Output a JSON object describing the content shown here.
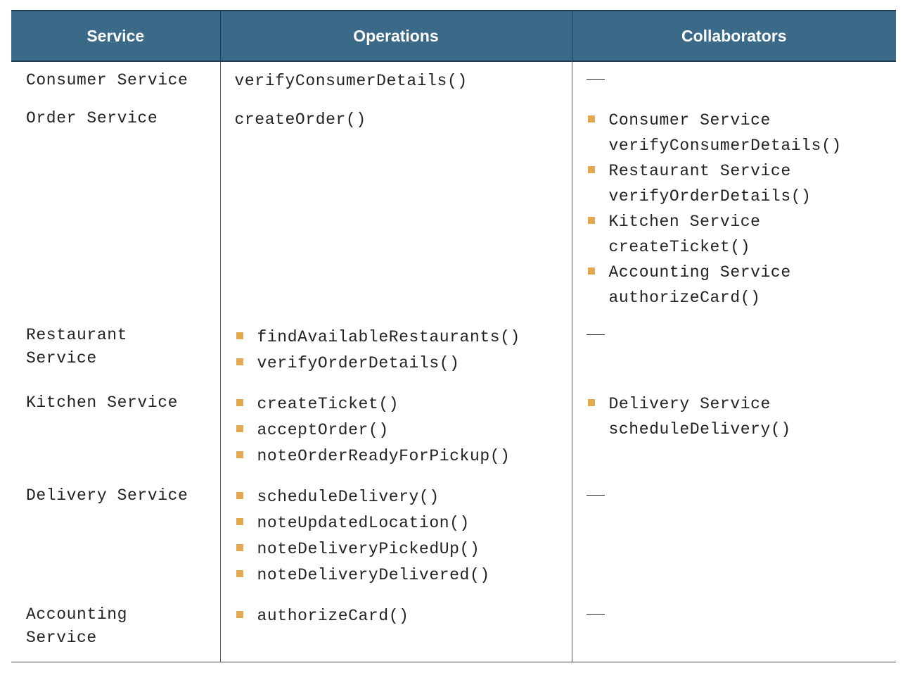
{
  "header": {
    "service": "Service",
    "operations": "Operations",
    "collaborators": "Collaborators"
  },
  "rows": [
    {
      "service": "Consumer Service",
      "operations": [
        "verifyConsumerDetails()"
      ],
      "collaborators": "—"
    },
    {
      "service": "Order Service",
      "operations": [
        "createOrder()"
      ],
      "collaborators": [
        {
          "service": "Consumer Service",
          "operation": "verifyConsumerDetails()"
        },
        {
          "service": "Restaurant Service",
          "operation": "verifyOrderDetails()"
        },
        {
          "service": "Kitchen Service",
          "operation": "createTicket()"
        },
        {
          "service": "Accounting Service",
          "operation": "authorizeCard()"
        }
      ]
    },
    {
      "service_lines": [
        "Restaurant",
        "Service"
      ],
      "operations": [
        "findAvailableRestaurants()",
        "verifyOrderDetails()"
      ],
      "collaborators": "—"
    },
    {
      "service": "Kitchen Service",
      "operations": [
        "createTicket()",
        "acceptOrder()",
        "noteOrderReadyForPickup()"
      ],
      "collaborators": [
        {
          "service": "Delivery Service",
          "operation": "scheduleDelivery()"
        }
      ]
    },
    {
      "service": "Delivery Service",
      "operations": [
        "scheduleDelivery()",
        "noteUpdatedLocation()",
        "noteDeliveryPickedUp()",
        "noteDeliveryDelivered()"
      ],
      "collaborators": "—"
    },
    {
      "service_lines": [
        "Accounting",
        "Service"
      ],
      "operations": [
        "authorizeCard()"
      ],
      "collaborators": "—"
    }
  ],
  "colors": {
    "header_bg": "#3b6a89",
    "bullet": "#e3a94e"
  }
}
